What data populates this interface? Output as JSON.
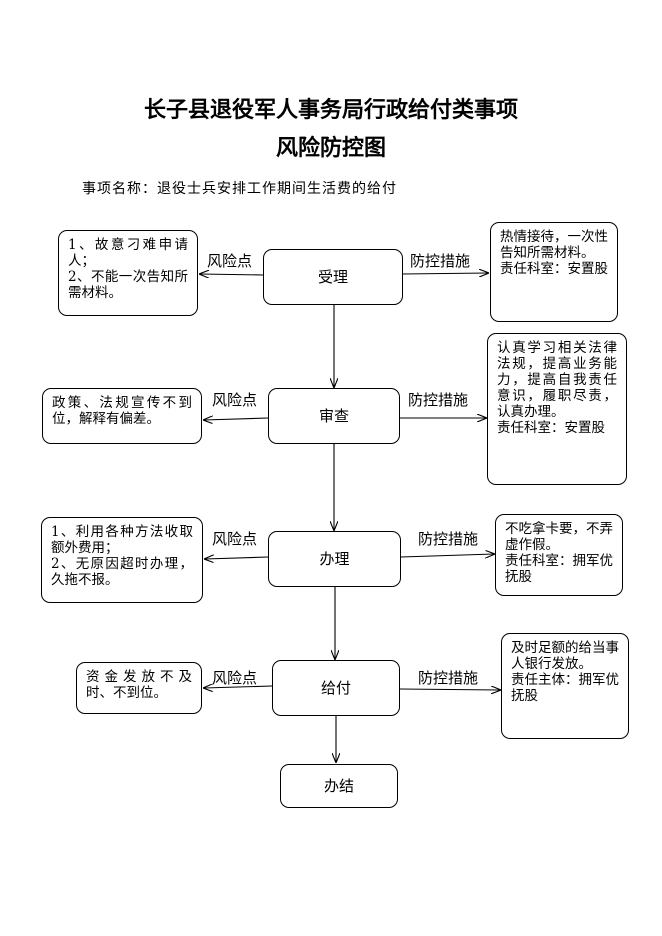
{
  "title_line1": "长子县退役军人事务局行政给付类事项",
  "title_line2": "风险防控图",
  "subject": "事项名称：退役士兵安排工作期间生活费的给付",
  "steps": [
    {
      "name": "受理",
      "risk_label": "风险点",
      "risk": "1、故意刁难申请人；\n2、不能一次告知所需材料。",
      "control_label": "防控措施",
      "control": "热情接待，一次性告知所需材料。\n责任科室：安置股"
    },
    {
      "name": "审查",
      "risk_label": "风险点",
      "risk": "政策、法规宣传不到位，解释有偏差。",
      "control_label": "防控措施",
      "control": "认真学习相关法律法规，提高业务能力，提高自我责任意识，履职尽责，认真办理。\n责任科室：安置股"
    },
    {
      "name": "办理",
      "risk_label": "风险点",
      "risk": "1、利用各种方法收取额外费用；\n2、无原因超时办理，久拖不报。",
      "control_label": "防控措施",
      "control": "不吃拿卡要，不弄虚作假。\n责任科室：拥军优抚股"
    },
    {
      "name": "给付",
      "risk_label": "风险点",
      "risk": "资金发放不及时、不到位。",
      "control_label": "防控措施",
      "control": "及时足额的给当事人银行发放。\n责任主体：拥军优抚股"
    }
  ],
  "final_step": "办结"
}
